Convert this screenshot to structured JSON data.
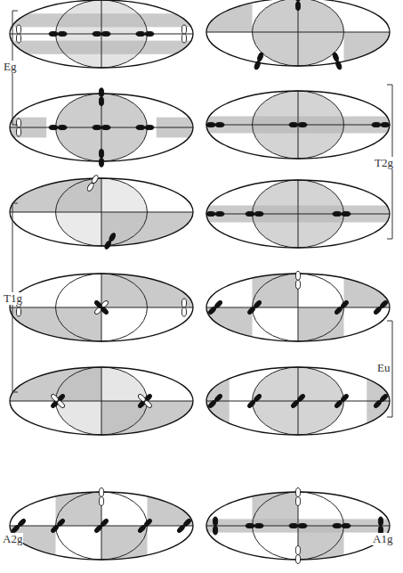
{
  "diagram": {
    "labels": [
      "Eg",
      "T2g",
      "T1g",
      "Eu",
      "A2g",
      "A1g"
    ]
  }
}
